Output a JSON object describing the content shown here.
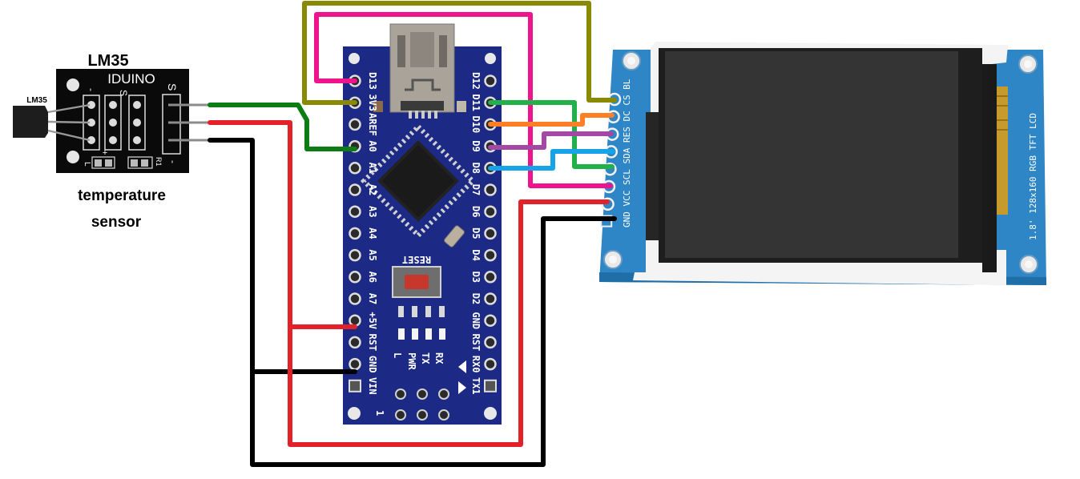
{
  "title": "LM35 temperature sensor + Arduino Nano + 1.8in TFT LCD wiring",
  "sensor": {
    "title": "LM35",
    "brand": "IDUINO",
    "chip_label": "LM35",
    "caption_line1": "temperature",
    "caption_line2": "sensor",
    "silk": {
      "minus": "-",
      "s_top": "S",
      "s_right": "S",
      "minus_right": "-",
      "l": "L",
      "plus": "+",
      "r1": "R1"
    }
  },
  "nano": {
    "left_pins": [
      "D13",
      "3V3",
      "AREF",
      "A0",
      "A1",
      "A2",
      "A3",
      "A4",
      "A5",
      "A6",
      "A7",
      "+5V",
      "RST",
      "GND",
      "VIN"
    ],
    "right_pins": [
      "D12",
      "D11",
      "D10",
      "D9",
      "D8",
      "D7",
      "D6",
      "D5",
      "D4",
      "D3",
      "D2",
      "GND",
      "RST",
      "RX0",
      "TX1"
    ],
    "reset_label": "RESET",
    "led_labels": [
      "L",
      "PWR",
      "TX",
      "RX"
    ],
    "icsp_label": "1"
  },
  "tft": {
    "pins": [
      "BL",
      "CS",
      "DC",
      "RES",
      "SDA",
      "SCL",
      "VCC",
      "GND"
    ],
    "model_label": "1.8' 128x160 RGB TFT LCD"
  },
  "wire_colors": {
    "green_dark": "#0b7d14",
    "red": "#e3212b",
    "black": "#000000",
    "olive": "#8a8a00",
    "pink": "#f0148c",
    "green": "#22b04a",
    "orange": "#ff7f27",
    "purple": "#a349a4",
    "blue": "#16a3e8"
  },
  "connections": [
    {
      "from": "LM35 S",
      "to": "A0",
      "color": "green_dark"
    },
    {
      "from": "LM35 +",
      "to": "+5V",
      "color": "red"
    },
    {
      "from": "LM35 -",
      "to": "GND",
      "color": "black"
    },
    {
      "from": "BL",
      "to": "3V3",
      "color": "olive"
    },
    {
      "from": "SCL",
      "to": "D13",
      "color": "pink"
    },
    {
      "from": "SDA",
      "to": "D11",
      "color": "green"
    },
    {
      "from": "CS",
      "to": "D10",
      "color": "orange"
    },
    {
      "from": "DC",
      "to": "D9",
      "color": "purple"
    },
    {
      "from": "RES",
      "to": "D8",
      "color": "blue"
    },
    {
      "from": "VCC",
      "to": "+5V",
      "color": "red"
    },
    {
      "from": "GND",
      "to": "GND",
      "color": "black"
    }
  ]
}
